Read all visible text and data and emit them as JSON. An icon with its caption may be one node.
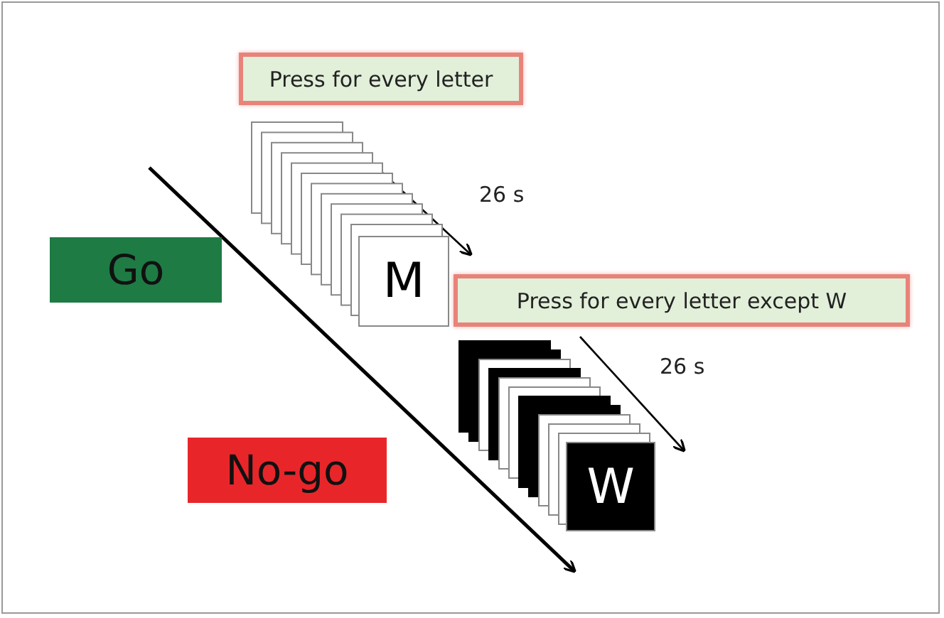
{
  "diagram": {
    "nodes": [
      {
        "text": [
          "Press for every letter"
        ]
      },
      {
        "text": [
          "Go"
        ]
      },
      {
        "text": [
          "M"
        ]
      },
      {
        "text": [
          "Press for every letter except W"
        ]
      },
      {
        "text": [
          "No-go"
        ]
      },
      {
        "text": [
          "W"
        ]
      }
    ],
    "labels": [
      "26 s",
      "26 s"
    ]
  }
}
